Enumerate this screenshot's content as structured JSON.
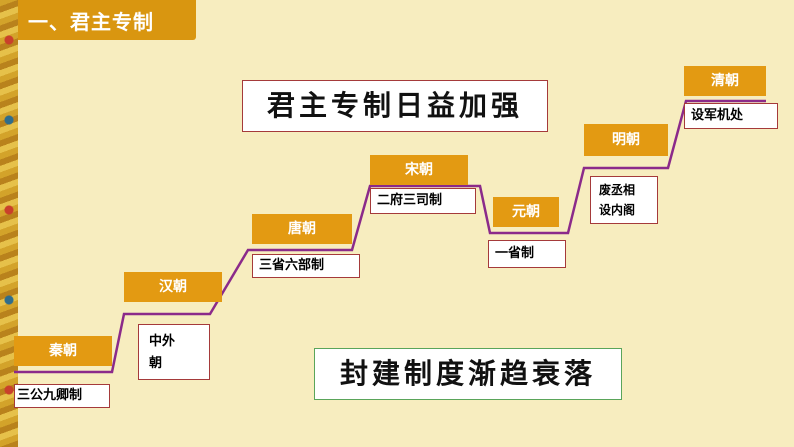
{
  "section_title": "一、君主专制",
  "headline_rise": "君主专制日益加强",
  "headline_decline": "封建制度渐趋衰落",
  "dynasties": [
    {
      "name": "秦朝",
      "system": "三公九卿制"
    },
    {
      "name": "汉朝",
      "system_line1": "中外",
      "system_line2": "朝"
    },
    {
      "name": "唐朝",
      "system": "三省六部制"
    },
    {
      "name": "宋朝",
      "system": "二府三司制"
    },
    {
      "name": "元朝",
      "system": "一省制"
    },
    {
      "name": "明朝",
      "system_line1": "废丞相",
      "system_line2": "设内阁"
    },
    {
      "name": "清朝",
      "system": "设军机处"
    }
  ],
  "colors": {
    "header": "#d99610",
    "label": "#e39a12",
    "line": "#8b2a8a",
    "box_border": "#a53a3a",
    "decline_border": "#5aa55a",
    "background": "#f7edbf"
  }
}
